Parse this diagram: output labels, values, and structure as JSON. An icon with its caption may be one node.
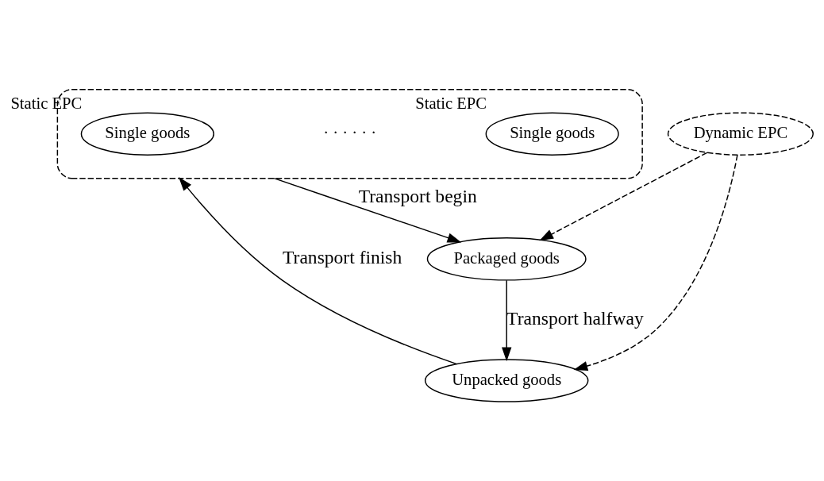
{
  "diagram": {
    "nodes": [
      {
        "text": [],
        "shape": "ellipse"
      },
      {
        "text": [
          "Single goods"
        ],
        "in": 0,
        "beside": [
          "Static EPC"
        ]
      },
      {
        "text": [
          "Single goods"
        ],
        "in": 0,
        "beside": [
          "Static EPC"
        ]
      },
      {
        "text": [
          "Packaged goods"
        ]
      },
      {
        "text": [
          "Dynamic EPC"
        ]
      },
      {
        "text": [
          "Unpacked goods"
        ]
      }
    ],
    "edges": [
      {
        "from": 0,
        "to": 3,
        "arrow": "to",
        "label": "Transport begin"
      },
      {
        "from": 3,
        "to": 5,
        "arrow": "to",
        "label": "Transport halfway"
      },
      {
        "from": 5,
        "to": 0,
        "arrow": "to",
        "label": "Transport finish"
      },
      {
        "from": 4,
        "to": 3,
        "arrow": "to",
        "style": "dashed"
      },
      {
        "from": 4,
        "to": 5,
        "arrow": "to",
        "style": "dashed"
      }
    ],
    "labels": [
      "· · · · · ·"
    ]
  }
}
